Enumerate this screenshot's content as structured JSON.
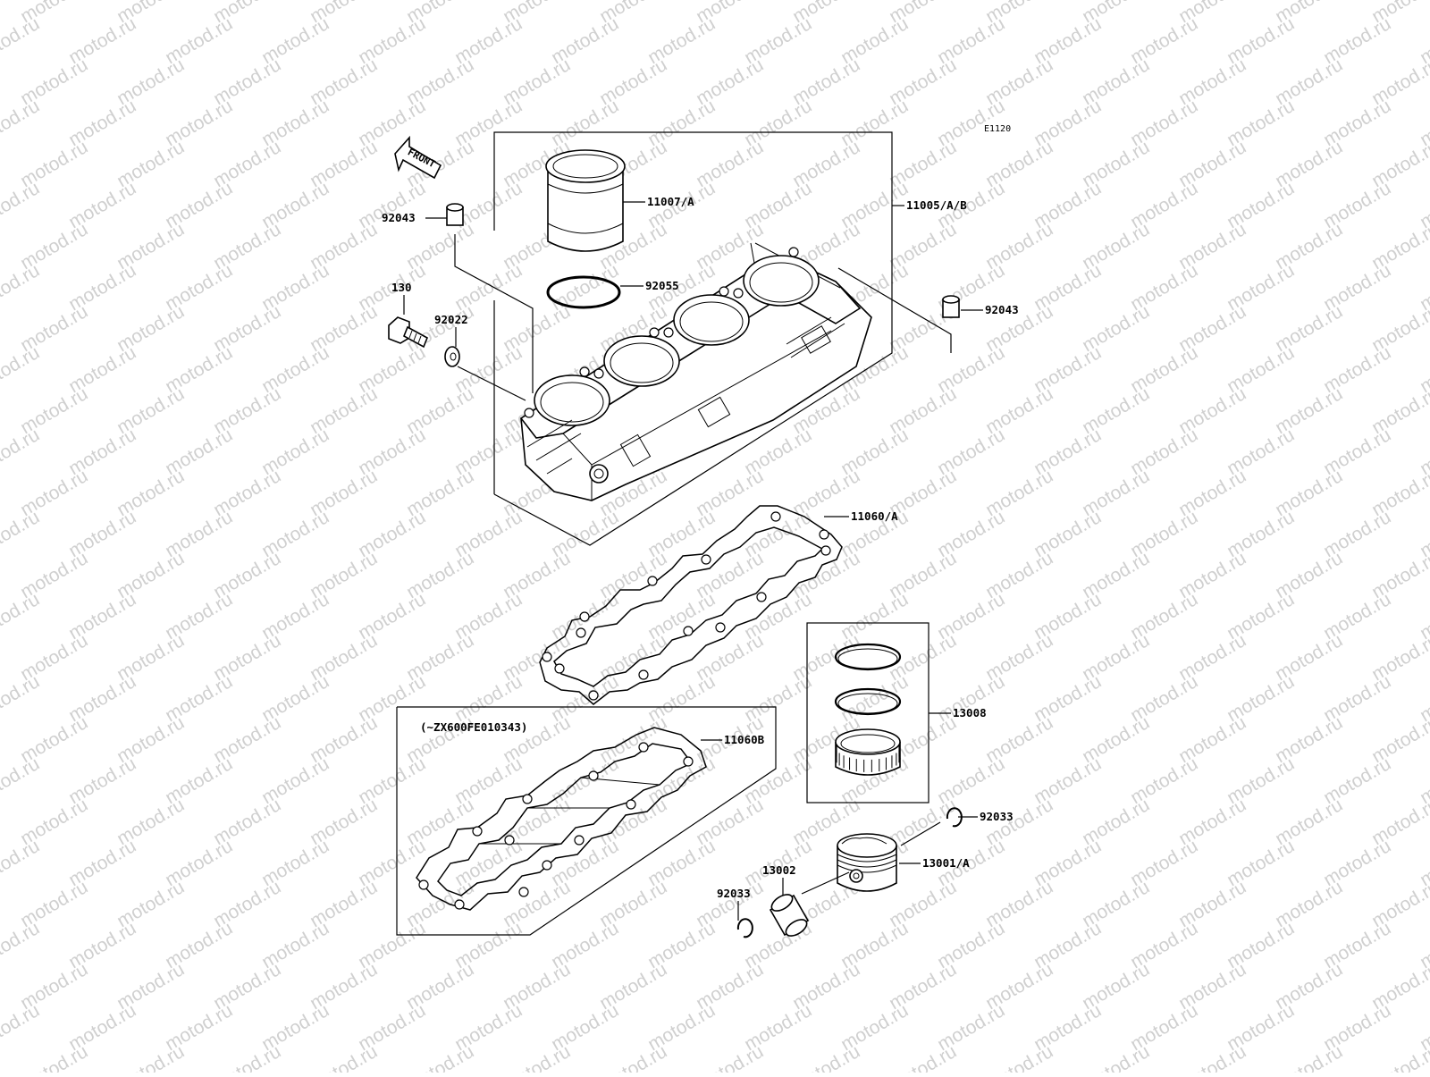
{
  "diagram": {
    "code": "E1120",
    "watermark": "motod.ru",
    "front_label": "FRONT",
    "note": "(~ZX600FE010343)",
    "labels": {
      "cylinder_assy": "11005/A/B",
      "liner": "11007/A",
      "o_ring": "92055",
      "dowel_left": "92043",
      "dowel_right": "92043",
      "bolt": "130",
      "washer": "92022",
      "gasket": "11060/A",
      "gasket_b": "11060B",
      "ring_set": "13008",
      "piston": "13001/A",
      "pin": "13002",
      "clip_right": "92033",
      "clip_left": "92033"
    }
  },
  "colors": {
    "line": "#000000",
    "background": "#ffffff",
    "watermark": "#d0d0d0"
  }
}
